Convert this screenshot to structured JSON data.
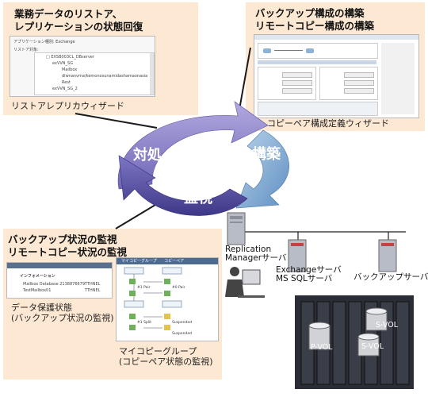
{
  "restore_panel": {
    "title_line1": "業務データのリストア、",
    "title_line2": "レプリケーションの状態回復",
    "caption": "リストアレプリカウィザード",
    "app_label": "アプリケーション種別: Exchange",
    "restore_target_label": "リストア対象:",
    "tree": [
      "EXSB003CL_DBserver",
      "exVVN_SG",
      "Mailbox",
      "dlwnanvma/kemonosunamidashamaonasia",
      "Rest",
      "exVVN_SG_2"
    ]
  },
  "config_panel": {
    "title_line1": "バックアップ構成の構築",
    "title_line2": "リモートコピー構成の構築",
    "caption": "コピーペア構成定義ウィザード"
  },
  "monitor_panel": {
    "title_line1": "バックアップ状況の監視",
    "title_line2": "リモートコピー状況の監視",
    "caption1_line1": "データ保護状態",
    "caption1_line2": "(バックアップ状況の監視)",
    "caption2_line1": "マイコピーグループ",
    "caption2_line2": "(コピーペア状態の監視)",
    "tab1": "マイコピーグループ",
    "tab2": "コピーペア",
    "info_header": "インフォメーション",
    "rows": [
      {
        "name": "Mailbox Database 2138876679",
        "value": "TTHNEL"
      },
      {
        "name": "TestMailbox01",
        "value": "TTHNEL"
      }
    ],
    "pair_nodes": [
      "#1 Pair",
      "#0 Pair",
      "#1 Split",
      "Suspended",
      "Suspended"
    ]
  },
  "cycle": {
    "left": "対処",
    "right": "構築",
    "bottom": "監視"
  },
  "servers": {
    "replication_line1": "Replication",
    "replication_line2": "Managerサーバ",
    "exchange_line1": "Exchangeサーバ",
    "exchange_line2": "MS SQLサーバ",
    "backup": "バックアップサーバ"
  },
  "storage": {
    "pvol": "P-VOL",
    "svol_top": "S-VOL",
    "svol_mid": "S-VOL"
  },
  "colors": {
    "panel_bg": "#fde9d3",
    "arrow_purple": "#8b82c8",
    "arrow_blue": "#6f9fcb",
    "arrow_dark": "#4f4a96",
    "connector_red": "#d83030"
  }
}
